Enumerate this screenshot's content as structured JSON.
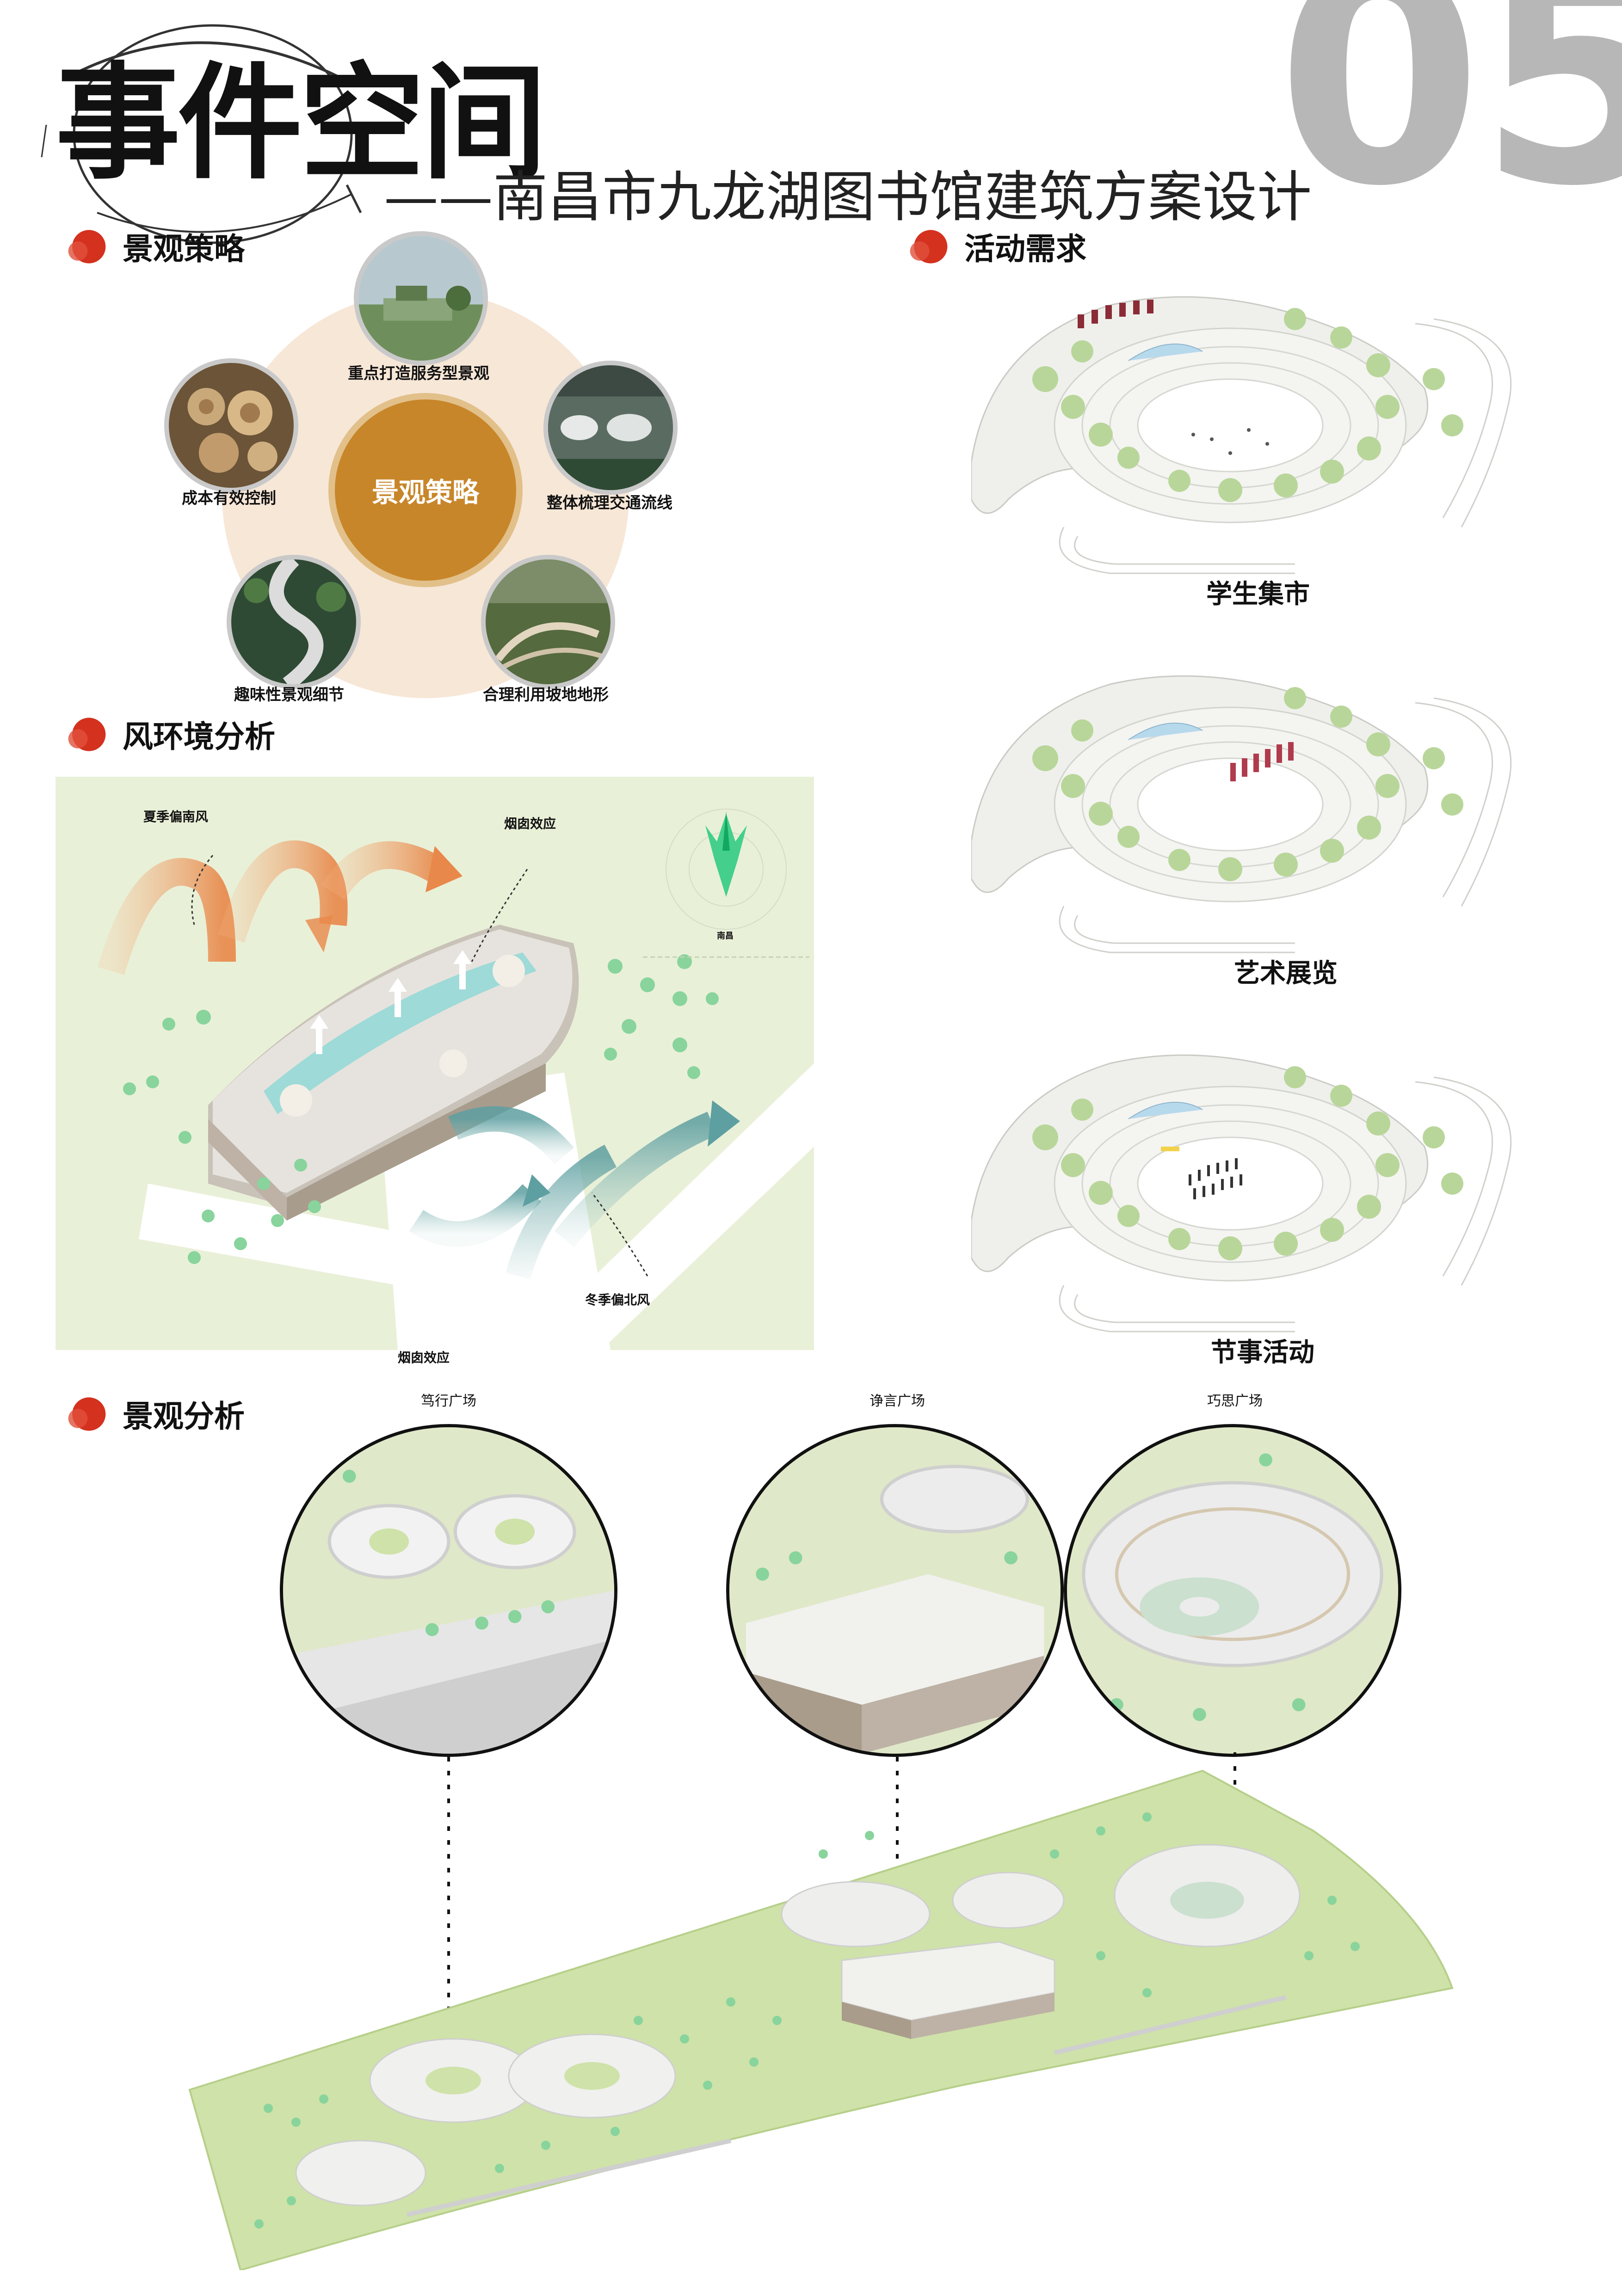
{
  "header": {
    "page_number": "05",
    "title": "事件空间",
    "subtitle": "——南昌市九龙湖图书馆建筑方案设计"
  },
  "sections": {
    "landscape_strategy": "景观策略",
    "activity_needs": "活动需求",
    "wind_analysis": "风环境分析",
    "landscape_analysis": "景观分析"
  },
  "strategy": {
    "center": "景观策略",
    "items": [
      {
        "label": "重点打造服务型景观",
        "photo": "rooftop-garden-photo"
      },
      {
        "label": "整体梳理交通流线",
        "photo": "plaza-path-photo"
      },
      {
        "label": "合理利用坡地地形",
        "photo": "slope-landform-photo"
      },
      {
        "label": "趣味性景观细节",
        "photo": "winding-path-photo"
      },
      {
        "label": "成本有效控制",
        "photo": "timber-log-photo"
      }
    ]
  },
  "activities": [
    "学生集市",
    "艺术展览",
    "节事活动"
  ],
  "wind": {
    "summer_wind": "夏季偏南风",
    "chimney_effect": "烟囱效应",
    "winter_wind": "冬季偏北风",
    "rose_city": "南昌",
    "caption": "烟囱效应"
  },
  "zooms": [
    "笃行广场",
    "诤言广场",
    "巧思广场"
  ],
  "colors": {
    "accent_orange": "#c8862a",
    "ring_bg": "#f7e7d7",
    "wind_bg": "#e9f0d8",
    "red_dot": "#d4311f",
    "grass": "#cfe2a9",
    "tree": "#88d49c"
  }
}
